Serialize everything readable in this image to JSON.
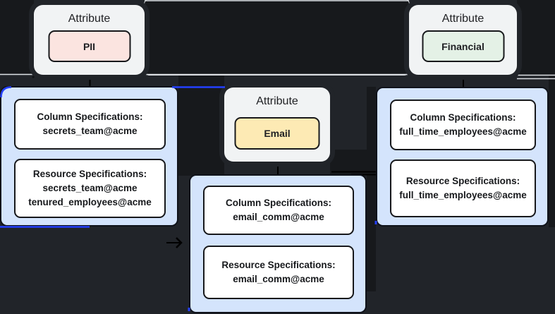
{
  "diagram": {
    "description": "Attribute-to-specification policy graph on dark canvas",
    "node_count": 6
  },
  "colors": {
    "canvas_background": "#212429",
    "dim_panel": "#17191c",
    "attribute_card": "#f1f3f4",
    "pii_pill": "#fbe4e0",
    "email_pill": "#fdeab4",
    "financial_pill": "#e4f1e6",
    "spec_container": "#d4e4fc",
    "spec_box": "#ffffff",
    "border_dark": "#17181b",
    "edge_black": "#000000",
    "edge_light": "#dcdfe3",
    "edge_blue_accent": "#2440ff",
    "text_dark": "#202124"
  },
  "attributes": {
    "pii": {
      "label": "Attribute",
      "value": "PII",
      "pill_style": "background:#fbe4e0"
    },
    "email": {
      "label": "Attribute",
      "value": "Email",
      "pill_style": "background:#fdeab4"
    },
    "financial": {
      "label": "Attribute",
      "value": "Financial",
      "pill_style": "background:#e4f1e6"
    }
  },
  "specs": {
    "left": {
      "column": {
        "title": "Column Specifications:",
        "line1": "secrets_team@acme"
      },
      "resource": {
        "title": "Resource Specifications:",
        "line1": "secrets_team@acme",
        "line2": "tenured_employees@acme"
      }
    },
    "middle": {
      "column": {
        "title": "Column Specifications:",
        "line1": "email_comm@acme"
      },
      "resource": {
        "title": "Resource Specifications:",
        "line1": "email_comm@acme"
      }
    },
    "right": {
      "column": {
        "title": "Column Specifications:",
        "line1": "full_time_employees@acme"
      },
      "resource": {
        "title": "Resource Specifications:",
        "line1": "full_time_employees@acme"
      }
    }
  }
}
